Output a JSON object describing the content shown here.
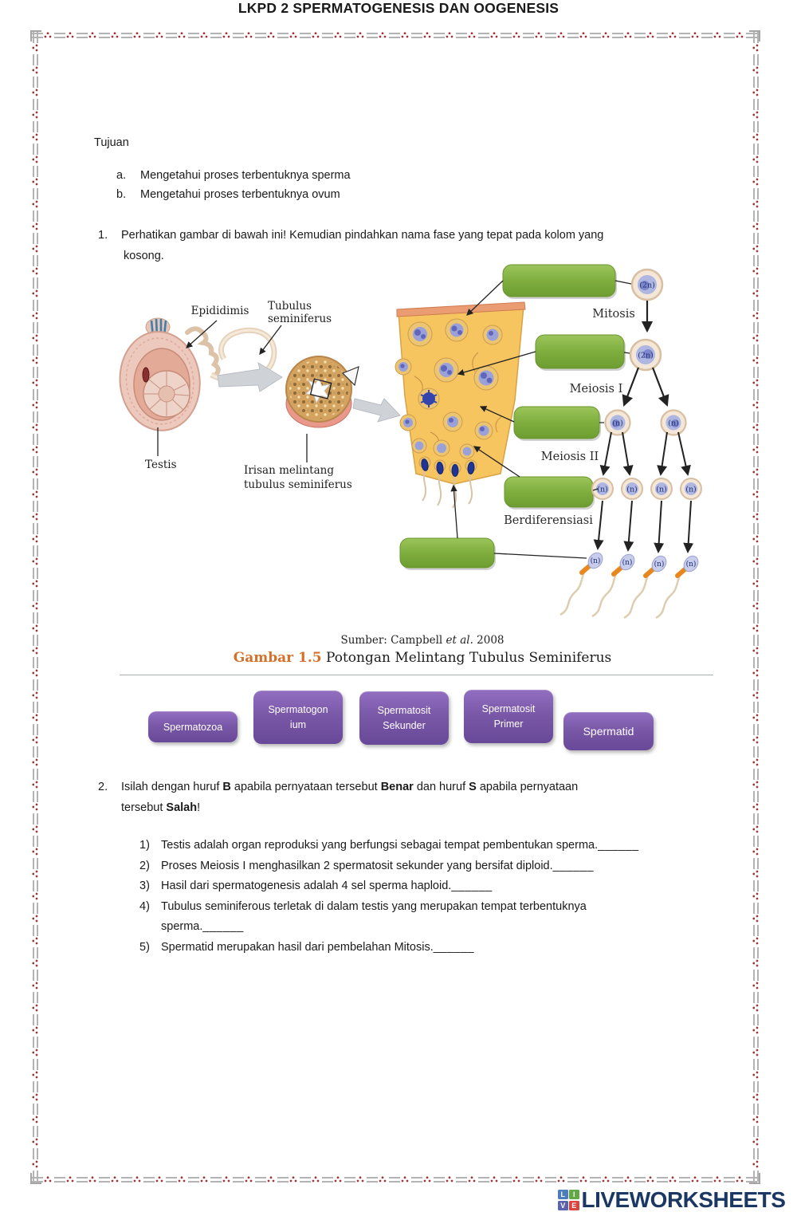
{
  "header": {
    "title": "LKPD 2 SPERMATOGENESIS DAN OOGENESIS"
  },
  "tujuan": {
    "label": "Tujuan",
    "items": [
      {
        "marker": "a.",
        "text": "Mengetahui proses terbentuknya sperma"
      },
      {
        "marker": "b.",
        "text": "Mengetahui proses terbentuknya ovum"
      }
    ]
  },
  "q1": {
    "marker": "1.",
    "line1": "Perhatikan gambar di bawah ini! Kemudian pindahkan nama fase yang tepat pada kolom yang",
    "line2": "kosong."
  },
  "figure": {
    "anatomy": {
      "epididimis": "Epididimis",
      "tubulus_line1": "Tubulus",
      "tubulus_line2": "seminiferus",
      "testis": "Testis",
      "irisan_line1": "Irisan melintang",
      "irisan_line2": "tubulus seminiferus"
    },
    "stages": {
      "mitosis": "Mitosis",
      "meiosis1": "Meiosis I",
      "meiosis2": "Meiosis II",
      "berdiferensiasi": "Berdiferensiasi"
    },
    "ploidy": {
      "diploid": "(2n)",
      "haploid": "(n)"
    },
    "source": {
      "s0": "Sumber: Campbell ",
      "s1": "et al.",
      "s2": " 2008"
    },
    "caption": {
      "prefix": "Gambar 1.5",
      "text": " Potongan Melintang Tubulus Seminiferus"
    }
  },
  "options": [
    {
      "line1": "Spermatozoa",
      "line2": ""
    },
    {
      "line1": "Spermatogon",
      "line2": "ium"
    },
    {
      "line1": "Spermatosit",
      "line2": "Sekunder"
    },
    {
      "line1": "Spermatosit",
      "line2": "Primer"
    },
    {
      "line1": "Spermatid",
      "line2": ""
    }
  ],
  "q2": {
    "marker": "2.",
    "s0": "Isilah dengan huruf ",
    "s1": "B",
    "s2": " apabila pernyataan tersebut ",
    "s3": "Benar",
    "s4": " dan huruf ",
    "s5": "S",
    "s6": " apabila pernyataan",
    "l2s0": "tersebut ",
    "l2s1": "Salah",
    "l2s2": "!",
    "blank": "______"
  },
  "statements": [
    {
      "marker": "1)",
      "text": "Testis adalah organ reproduksi yang berfungsi sebagai tempat pembentukan sperma."
    },
    {
      "marker": "2)",
      "text": "Proses Meiosis I menghasilkan 2 spermatosit sekunder yang bersifat diploid."
    },
    {
      "marker": "3)",
      "text": "Hasil dari spermatogenesis adalah 4 sel sperma haploid."
    },
    {
      "marker": "4)",
      "text": "Tubulus seminiferous terletak di dalam testis yang merupakan tempat terbentuknya",
      "cont": "sperma."
    },
    {
      "marker": "5)",
      "text": "Spermatid merupakan hasil dari pembelahan Mitosis."
    }
  ],
  "footer": {
    "brand": "LIVEWORKSHEETS",
    "logo": [
      "L",
      "I",
      "V",
      "E"
    ]
  },
  "colors": {
    "answer_slot_green": "#7fae3e",
    "option_purple": "#7a58a8",
    "caption_orange": "#d4702a",
    "brand_navy": "#1b3763",
    "border_red": "#a03636",
    "border_gray": "#b3b3b3"
  }
}
